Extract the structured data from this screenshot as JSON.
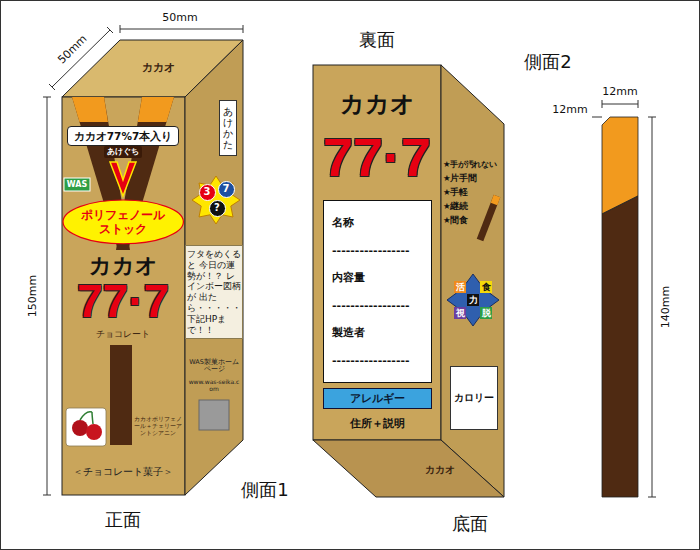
{
  "diagram": {
    "nodes": [
      {
        "text": [
          "カカオ77%7本入り"
        ]
      },
      {
        "text": [
          "ポリフェノール ストック"
        ]
      },
      {
        "text": [
          "あけかた"
        ]
      },
      {
        "text": [
          "3"
        ]
      },
      {
        "text": [
          "7"
        ]
      },
      {
        "text": [
          "?"
        ]
      },
      {
        "text": [
          "フタをめくると 今日の運勢が！？ レインボー図柄が 出たら・・・・・ 下記HPまで！！"
        ]
      },
      {
        "text": [
          "名称",
          "-----------------",
          "内容量",
          "-----------------",
          "製造者",
          "-----------------"
        ]
      },
      {
        "text": [
          "アレルギー"
        ]
      },
      {
        "text": [
          "カロリー"
        ]
      }
    ],
    "labels": [
      "50mm",
      "50mm",
      "150mm",
      "あけぐち",
      "WAS",
      "カカオ",
      "77·7",
      "チョコレート",
      "カカオポリフェノール＋チェリーアントシアニン",
      "＜チョコレート菓子＞",
      "カカオ",
      "WAS製菓ホームページ",
      "www.was-seika.com",
      "正面",
      "側面1",
      "裏面",
      "側面2",
      "カカオ",
      "77·7",
      "住所＋説明",
      "★手が汚れない",
      "★片手間",
      "★手軽",
      "★継続",
      "★間食",
      "活",
      "食",
      "力",
      "視",
      "脱",
      "カカオ",
      "12mm",
      "12mm",
      "140mm",
      "底面"
    ]
  }
}
